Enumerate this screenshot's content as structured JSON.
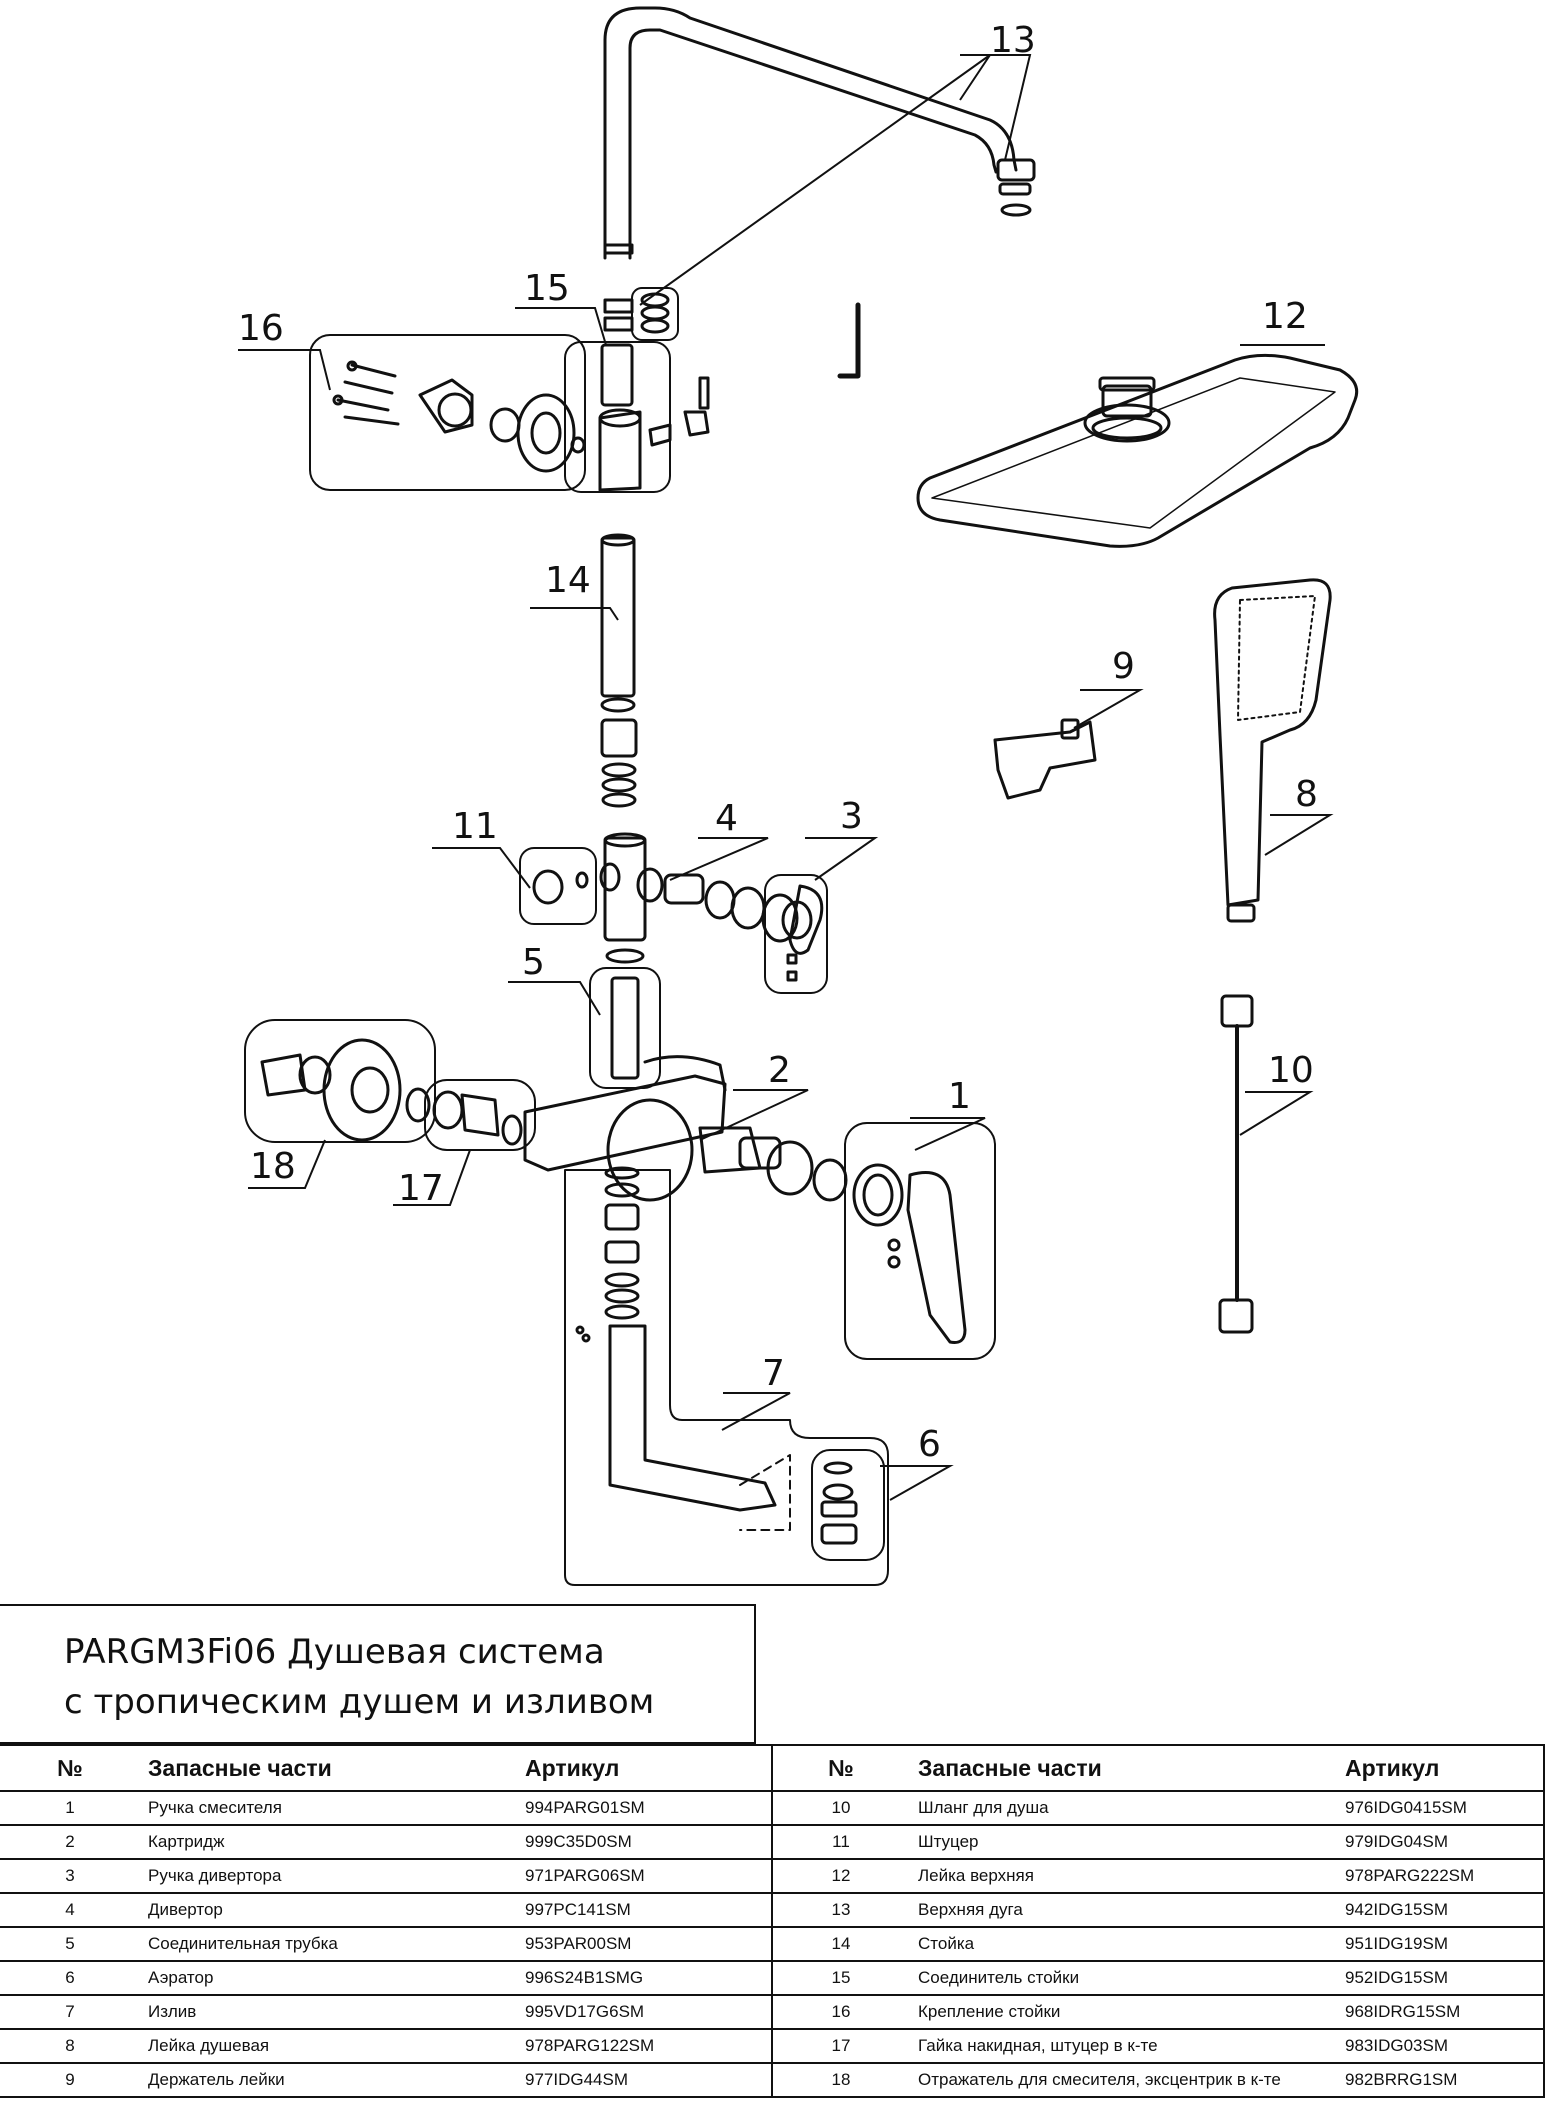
{
  "title": {
    "line1": "PARGM3Fi06 Душевая система",
    "line2": "с тропическим душем и изливом"
  },
  "callouts": [
    "1",
    "2",
    "3",
    "4",
    "5",
    "6",
    "7",
    "8",
    "9",
    "10",
    "11",
    "12",
    "13",
    "14",
    "15",
    "16",
    "17",
    "18"
  ],
  "hex_key_label": "",
  "table": {
    "headers": {
      "num": "№",
      "part": "Запасные части",
      "article": "Артикул"
    },
    "left_rows": [
      {
        "num": "1",
        "part": "Ручка смесителя",
        "article": "994PARG01SM"
      },
      {
        "num": "2",
        "part": "Картридж",
        "article": "999C35D0SM"
      },
      {
        "num": "3",
        "part": "Ручка дивертора",
        "article": "971PARG06SM"
      },
      {
        "num": "4",
        "part": "Дивертор",
        "article": "997PC141SM"
      },
      {
        "num": "5",
        "part": "Соединительная трубка",
        "article": "953PAR00SM"
      },
      {
        "num": "6",
        "part": "Аэратор",
        "article": "996S24B1SMG"
      },
      {
        "num": "7",
        "part": "Излив",
        "article": "995VD17G6SM"
      },
      {
        "num": "8",
        "part": "Лейка душевая",
        "article": "978PARG122SM"
      },
      {
        "num": "9",
        "part": "Держатель лейки",
        "article": "977IDG44SM"
      }
    ],
    "right_rows": [
      {
        "num": "10",
        "part": "Шланг для душа",
        "article": "976IDG0415SM"
      },
      {
        "num": "11",
        "part": "Штуцер",
        "article": "979IDG04SM"
      },
      {
        "num": "12",
        "part": "Лейка верхняя",
        "article": "978PARG222SM"
      },
      {
        "num": "13",
        "part": "Верхняя дуга",
        "article": "942IDG15SM"
      },
      {
        "num": "14",
        "part": "Стойка",
        "article": "951IDG19SM"
      },
      {
        "num": "15",
        "part": "Соединитель стойки",
        "article": "952IDG15SM"
      },
      {
        "num": "16",
        "part": "Крепление стойки",
        "article": "968IDRG15SM"
      },
      {
        "num": "17",
        "part": "Гайка накидная, штуцер в к-те",
        "article": "983IDG03SM"
      },
      {
        "num": "18",
        "part": "Отражатель для смесителя, эксцентрик в к-те",
        "article": "982BRRG1SM"
      }
    ]
  }
}
